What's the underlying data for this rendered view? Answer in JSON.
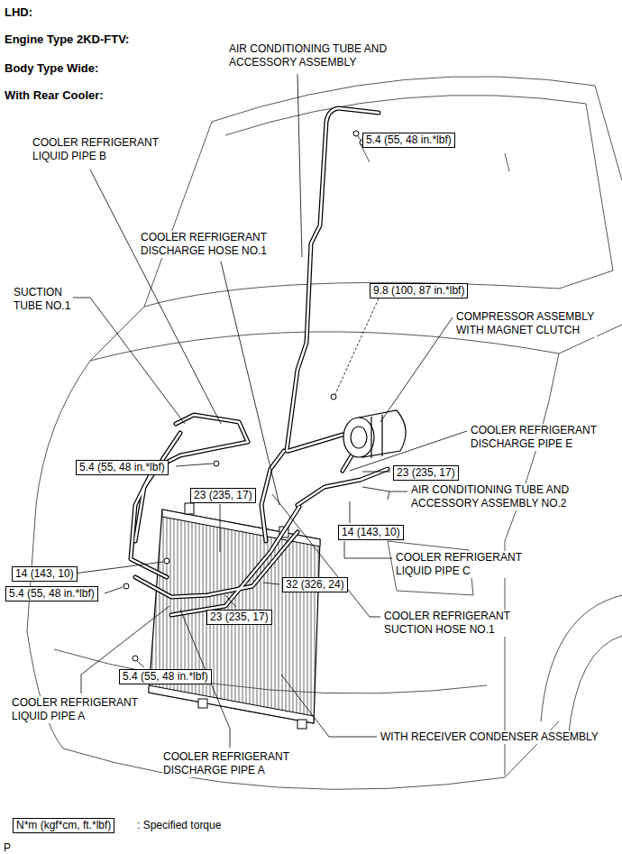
{
  "diagram": {
    "nodes": [
      {
        "text": [
          "5.4 (55, 48 in.*lbf)"
        ]
      },
      {
        "text": [
          "9.8 (100, 87 in.*lbf)"
        ]
      },
      {
        "text": [
          "5.4 (55, 48 in.*lbf)"
        ]
      },
      {
        "text": [
          "23 (235, 17)"
        ]
      },
      {
        "text": [
          "23 (235, 17)"
        ]
      },
      {
        "text": [
          "14 (143, 10)"
        ]
      },
      {
        "text": [
          "14 (143, 10)"
        ]
      },
      {
        "text": [
          "5.4 (55, 48 in.*lbf)"
        ]
      },
      {
        "text": [
          "32 (326, 24)"
        ]
      },
      {
        "text": [
          "23 (235, 17)"
        ]
      },
      {
        "text": [
          "5.4 (55, 48 in.*lbf)"
        ]
      },
      {
        "text": [
          "N*m (kgf*cm, ft.*lbf)"
        ]
      }
    ],
    "labels": [
      "LHD:",
      "Engine Type 2KD-FTV:",
      "Body Type Wide:",
      "With Rear Cooler:",
      "AIR CONDITIONING TUBE AND ACCESSORY ASSEMBLY",
      "COOLER REFRIGERANT LIQUID PIPE B",
      "COOLER REFRIGERANT DISCHARGE HOSE NO.1",
      "SUCTION TUBE NO.1",
      "COMPRESSOR ASSEMBLY WITH MAGNET CLUTCH",
      "COOLER REFRIGERANT DISCHARGE PIPE E",
      "AIR CONDITIONING TUBE AND ACCESSORY ASSEMBLY NO.2",
      "COOLER REFRIGERANT LIQUID PIPE C",
      "COOLER REFRIGERANT SUCTION HOSE NO.1",
      "WITH RECEIVER CONDENSER ASSEMBLY",
      "COOLER REFRIGERANT LIQUID PIPE A",
      "COOLER REFRIGERANT DISCHARGE PIPE A",
      ": Specified torque",
      "P"
    ]
  }
}
